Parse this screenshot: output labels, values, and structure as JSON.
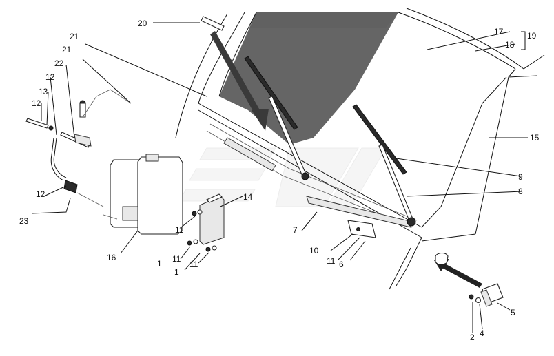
{
  "callouts": [
    {
      "id": "c20",
      "text": "20"
    },
    {
      "id": "c21a",
      "text": "21"
    },
    {
      "id": "c21b",
      "text": "21"
    },
    {
      "id": "c22",
      "text": "22"
    },
    {
      "id": "c12a",
      "text": "12"
    },
    {
      "id": "c13",
      "text": "13"
    },
    {
      "id": "c12b",
      "text": "12"
    },
    {
      "id": "c12c",
      "text": "12"
    },
    {
      "id": "c23",
      "text": "23"
    },
    {
      "id": "c16",
      "text": "16"
    },
    {
      "id": "c14",
      "text": "14"
    },
    {
      "id": "c11a",
      "text": "11"
    },
    {
      "id": "c11b",
      "text": "11"
    },
    {
      "id": "c1a",
      "text": "1"
    },
    {
      "id": "c11c",
      "text": "11"
    },
    {
      "id": "c1b",
      "text": "1"
    },
    {
      "id": "c17",
      "text": "17"
    },
    {
      "id": "c18",
      "text": "18"
    },
    {
      "id": "c19",
      "text": "19"
    },
    {
      "id": "c15",
      "text": "15"
    },
    {
      "id": "c9",
      "text": "9"
    },
    {
      "id": "c8",
      "text": "8"
    },
    {
      "id": "c7",
      "text": "7"
    },
    {
      "id": "c10",
      "text": "10"
    },
    {
      "id": "c11d",
      "text": "11"
    },
    {
      "id": "c6",
      "text": "6"
    },
    {
      "id": "c5",
      "text": "5"
    },
    {
      "id": "c2",
      "text": "2"
    },
    {
      "id": "c4",
      "text": "4"
    }
  ]
}
